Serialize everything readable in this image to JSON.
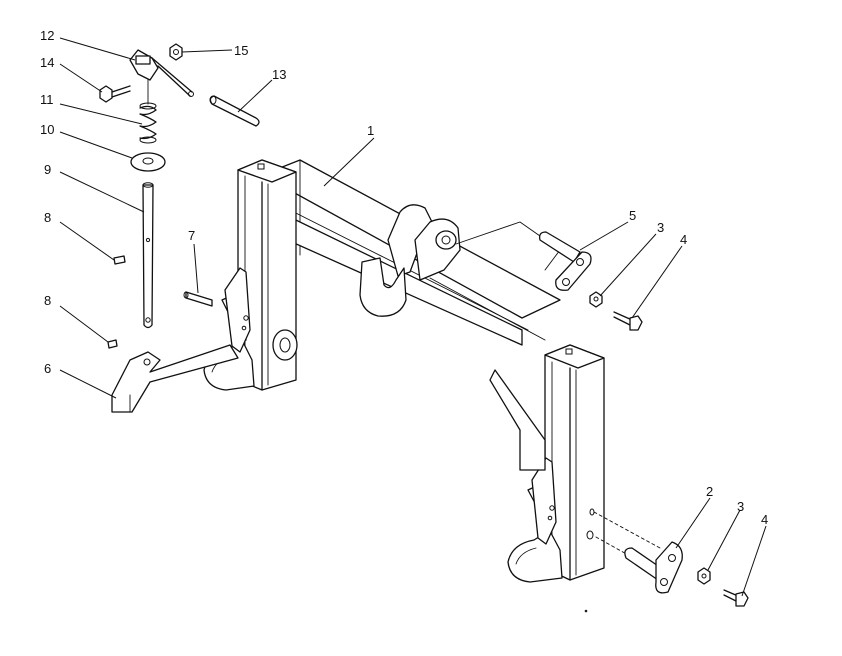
{
  "callouts": [
    {
      "id": "c1",
      "text": "1"
    },
    {
      "id": "c2",
      "text": "2"
    },
    {
      "id": "c3a",
      "text": "3"
    },
    {
      "id": "c3b",
      "text": "3"
    },
    {
      "id": "c4a",
      "text": "4"
    },
    {
      "id": "c4b",
      "text": "4"
    },
    {
      "id": "c5",
      "text": "5"
    },
    {
      "id": "c6",
      "text": "6"
    },
    {
      "id": "c7",
      "text": "7"
    },
    {
      "id": "c8a",
      "text": "8"
    },
    {
      "id": "c8b",
      "text": "8"
    },
    {
      "id": "c9",
      "text": "9"
    },
    {
      "id": "c10",
      "text": "10"
    },
    {
      "id": "c11",
      "text": "11"
    },
    {
      "id": "c12",
      "text": "12"
    },
    {
      "id": "c13",
      "text": "13"
    },
    {
      "id": "c14",
      "text": "14"
    },
    {
      "id": "c15",
      "text": "15"
    }
  ]
}
